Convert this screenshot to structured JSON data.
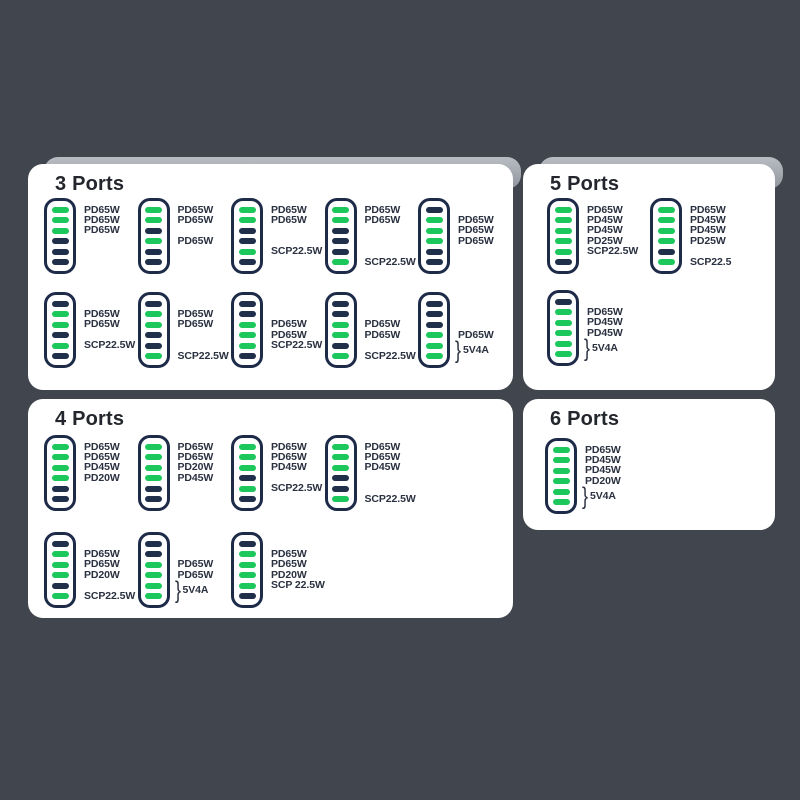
{
  "colors": {
    "bg": "#41454d",
    "panel": "#ffffff",
    "peek": "#90959d",
    "outline": "#1d2b49",
    "green": "#1cc75c",
    "navy": "#20304b",
    "label": "#2a3140",
    "title": "#23262c"
  },
  "panels": [
    {
      "title": "3 Ports",
      "rows": [
        [
          {
            "ports": [
              {
                "color": "green",
                "label": "PD65W"
              },
              {
                "color": "green",
                "label": "PD65W"
              },
              {
                "color": "green",
                "label": "PD65W"
              },
              {
                "color": "dark"
              },
              {
                "color": "dark"
              },
              {
                "color": "dark"
              }
            ]
          },
          {
            "ports": [
              {
                "color": "green",
                "label": "PD65W"
              },
              {
                "color": "green",
                "label": "PD65W"
              },
              {
                "color": "dark"
              },
              {
                "color": "green",
                "label": "PD65W"
              },
              {
                "color": "dark"
              },
              {
                "color": "dark"
              }
            ]
          },
          {
            "ports": [
              {
                "color": "green",
                "label": "PD65W"
              },
              {
                "color": "green",
                "label": "PD65W"
              },
              {
                "color": "dark"
              },
              {
                "color": "dark"
              },
              {
                "color": "green",
                "label": "SCP22.5W"
              },
              {
                "color": "dark"
              }
            ]
          },
          {
            "ports": [
              {
                "color": "green",
                "label": "PD65W"
              },
              {
                "color": "green",
                "label": "PD65W"
              },
              {
                "color": "dark"
              },
              {
                "color": "dark"
              },
              {
                "color": "dark"
              },
              {
                "color": "green",
                "label": "SCP22.5W"
              }
            ]
          },
          {
            "ports": [
              {
                "color": "dark"
              },
              {
                "color": "green",
                "label": "PD65W"
              },
              {
                "color": "green",
                "label": "PD65W"
              },
              {
                "color": "green",
                "label": "PD65W"
              },
              {
                "color": "dark"
              },
              {
                "color": "dark"
              }
            ]
          }
        ],
        [
          {
            "ports": [
              {
                "color": "dark"
              },
              {
                "color": "green",
                "label": "PD65W"
              },
              {
                "color": "green",
                "label": "PD65W"
              },
              {
                "color": "dark"
              },
              {
                "color": "green",
                "label": "SCP22.5W"
              },
              {
                "color": "dark"
              }
            ]
          },
          {
            "ports": [
              {
                "color": "dark"
              },
              {
                "color": "green",
                "label": "PD65W"
              },
              {
                "color": "green",
                "label": "PD65W"
              },
              {
                "color": "dark"
              },
              {
                "color": "dark"
              },
              {
                "color": "green",
                "label": "SCP22.5W"
              }
            ]
          },
          {
            "ports": [
              {
                "color": "dark"
              },
              {
                "color": "dark"
              },
              {
                "color": "green",
                "label": "PD65W"
              },
              {
                "color": "green",
                "label": "PD65W"
              },
              {
                "color": "green",
                "label": "SCP22.5W"
              },
              {
                "color": "dark"
              }
            ]
          },
          {
            "ports": [
              {
                "color": "dark"
              },
              {
                "color": "dark"
              },
              {
                "color": "green",
                "label": "PD65W"
              },
              {
                "color": "green",
                "label": "PD65W"
              },
              {
                "color": "dark"
              },
              {
                "color": "green",
                "label": "SCP22.5W"
              }
            ]
          },
          {
            "ports": [
              {
                "color": "dark"
              },
              {
                "color": "dark"
              },
              {
                "color": "dark"
              },
              {
                "color": "green",
                "label": "PD65W"
              },
              {
                "color": "green"
              },
              {
                "color": "green"
              }
            ],
            "bracket": {
              "text": "5V4A"
            }
          }
        ]
      ]
    },
    {
      "title": "5 Ports",
      "rows": [
        [
          {
            "ports": [
              {
                "color": "green",
                "label": "PD65W"
              },
              {
                "color": "green",
                "label": "PD45W"
              },
              {
                "color": "green",
                "label": "PD45W"
              },
              {
                "color": "green",
                "label": "PD25W"
              },
              {
                "color": "green",
                "label": "SCP22.5W"
              },
              {
                "color": "dark"
              }
            ]
          },
          {
            "ports": [
              {
                "color": "green",
                "label": "PD65W"
              },
              {
                "color": "green",
                "label": "PD45W"
              },
              {
                "color": "green",
                "label": "PD45W"
              },
              {
                "color": "green",
                "label": "PD25W"
              },
              {
                "color": "dark"
              },
              {
                "color": "green",
                "label": "SCP22.5"
              }
            ]
          }
        ],
        [
          {
            "ports": [
              {
                "color": "dark"
              },
              {
                "color": "green",
                "label": "PD65W"
              },
              {
                "color": "green",
                "label": "PD45W"
              },
              {
                "color": "green",
                "label": "PD45W"
              },
              {
                "color": "green"
              },
              {
                "color": "green"
              }
            ],
            "bracket": {
              "text": "5V4A"
            }
          }
        ]
      ]
    },
    {
      "title": "4 Ports",
      "rows": [
        [
          {
            "ports": [
              {
                "color": "green",
                "label": "PD65W"
              },
              {
                "color": "green",
                "label": "PD65W"
              },
              {
                "color": "green",
                "label": "PD45W"
              },
              {
                "color": "green",
                "label": "PD20W"
              },
              {
                "color": "dark"
              },
              {
                "color": "dark"
              }
            ]
          },
          {
            "ports": [
              {
                "color": "green",
                "label": "PD65W"
              },
              {
                "color": "green",
                "label": "PD65W"
              },
              {
                "color": "green",
                "label": "PD20W"
              },
              {
                "color": "green",
                "label": "PD45W"
              },
              {
                "color": "dark"
              },
              {
                "color": "dark"
              }
            ]
          },
          {
            "ports": [
              {
                "color": "green",
                "label": "PD65W"
              },
              {
                "color": "green",
                "label": "PD65W"
              },
              {
                "color": "green",
                "label": "PD45W"
              },
              {
                "color": "dark"
              },
              {
                "color": "green",
                "label": "SCP22.5W"
              },
              {
                "color": "dark"
              }
            ]
          },
          {
            "ports": [
              {
                "color": "green",
                "label": "PD65W"
              },
              {
                "color": "green",
                "label": "PD65W"
              },
              {
                "color": "green",
                "label": "PD45W"
              },
              {
                "color": "dark"
              },
              {
                "color": "dark"
              },
              {
                "color": "green",
                "label": "SCP22.5W"
              }
            ]
          }
        ],
        [
          {
            "ports": [
              {
                "color": "dark"
              },
              {
                "color": "green",
                "label": "PD65W"
              },
              {
                "color": "green",
                "label": "PD65W"
              },
              {
                "color": "green",
                "label": "PD20W"
              },
              {
                "color": "dark"
              },
              {
                "color": "green",
                "label": "SCP22.5W"
              }
            ]
          },
          {
            "ports": [
              {
                "color": "dark"
              },
              {
                "color": "dark"
              },
              {
                "color": "green",
                "label": "PD65W"
              },
              {
                "color": "green",
                "label": "PD65W"
              },
              {
                "color": "green"
              },
              {
                "color": "green"
              }
            ],
            "bracket": {
              "text": "5V4A"
            }
          },
          {
            "ports": [
              {
                "color": "dark"
              },
              {
                "color": "green",
                "label": "PD65W"
              },
              {
                "color": "green",
                "label": "PD65W"
              },
              {
                "color": "green",
                "label": "PD20W"
              },
              {
                "color": "green",
                "label": "SCP 22.5W"
              },
              {
                "color": "dark"
              }
            ]
          }
        ]
      ]
    },
    {
      "title": "6 Ports",
      "rows": [
        [
          {
            "ports": [
              {
                "color": "green",
                "label": "PD65W"
              },
              {
                "color": "green",
                "label": "PD45W"
              },
              {
                "color": "green",
                "label": "PD45W"
              },
              {
                "color": "green",
                "label": "PD20W"
              },
              {
                "color": "green"
              },
              {
                "color": "green"
              }
            ],
            "bracket": {
              "text": "5V4A"
            }
          }
        ]
      ]
    }
  ]
}
